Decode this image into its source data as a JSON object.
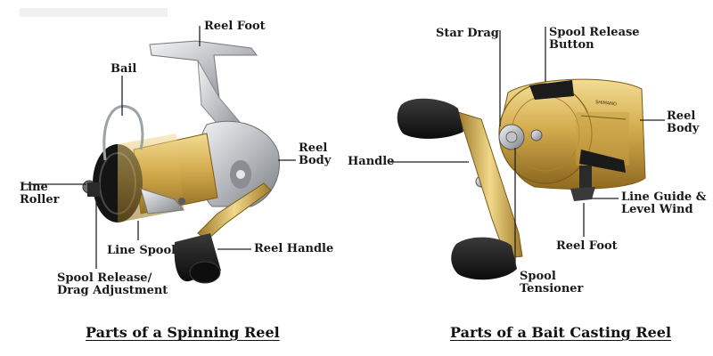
{
  "spinning": {
    "caption": "Parts of a Spinning Reel",
    "labels": {
      "reel_foot": "Reel Foot",
      "bail": "Bail",
      "reel_body": "Reel\nBody",
      "line_roller": "Line\nRoller",
      "line_spool": "Line Spool",
      "reel_handle": "Reel Handle",
      "spool_release": "Spool Release/\nDrag Adjustment"
    }
  },
  "baitcasting": {
    "caption": "Parts of a Bait Casting Reel",
    "labels": {
      "star_drag": "Star Drag",
      "spool_release_button": "Spool Release\nButton",
      "reel_body": "Reel\nBody",
      "handle": "Handle",
      "line_guide": "Line Guide &\nLevel Wind",
      "reel_foot": "Reel Foot",
      "spool_tensioner": "Spool\nTensioner"
    },
    "brand_mark": "SHIMANO"
  },
  "colors": {
    "gold": "#c9a043",
    "silver": "#c7c9cc",
    "black": "#151515",
    "leader_line": "#222222"
  }
}
